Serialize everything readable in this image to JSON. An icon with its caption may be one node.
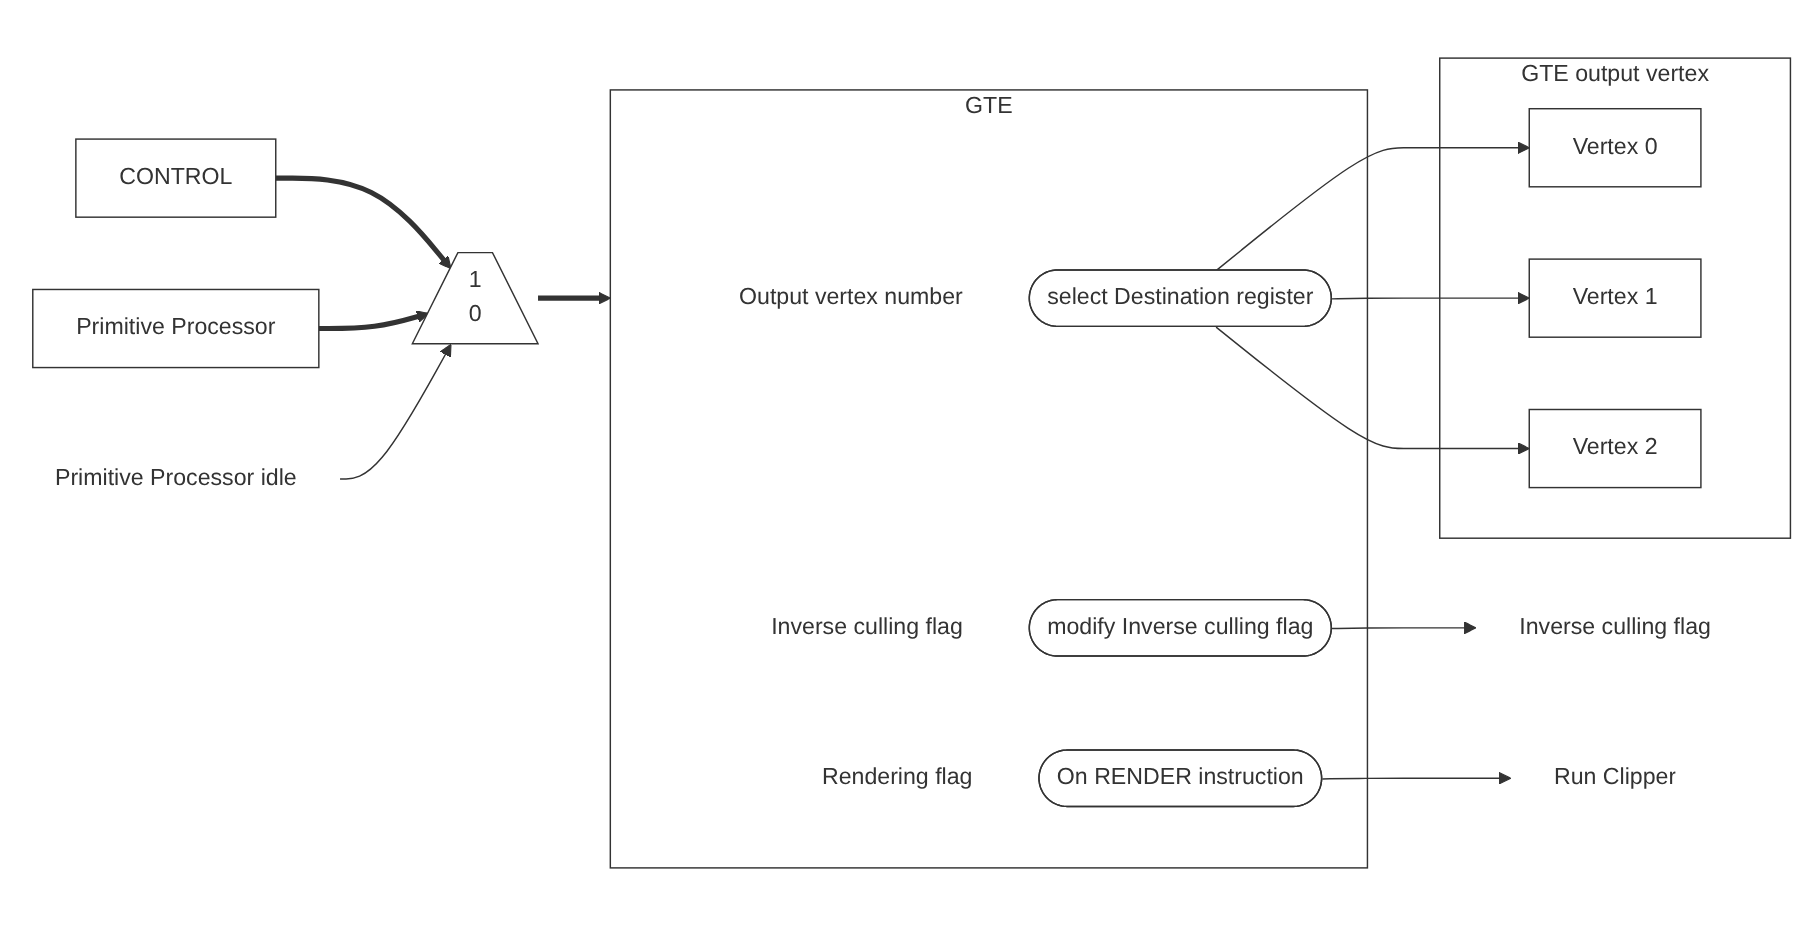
{
  "diagram": {
    "nodes": [
      {
        "text": [
          "CONTROL"
        ]
      },
      {
        "text": [
          "Primitive Processor"
        ]
      },
      {
        "text": [
          "1",
          "0"
        ]
      },
      {
        "text": [
          "Primitive Processor idle"
        ]
      },
      {
        "text": [
          "GTE"
        ]
      },
      {
        "text": [
          "select Destination register"
        ],
        "in": 4,
        "beside": [
          "Output vertex number"
        ]
      },
      {
        "text": [
          "modify Inverse culling flag"
        ],
        "in": 4,
        "beside": [
          "Inverse culling flag"
        ]
      },
      {
        "text": [
          "On RENDER instruction"
        ],
        "in": 4,
        "beside": [
          "Rendering flag"
        ]
      },
      {
        "text": [
          "GTE output vertex"
        ]
      },
      {
        "text": [
          "Vertex 0"
        ],
        "in": 8
      },
      {
        "text": [
          "Vertex 1"
        ],
        "in": 8
      },
      {
        "text": [
          "Vertex 2"
        ],
        "in": 8
      },
      {
        "text": [
          "Inverse culling flag"
        ]
      },
      {
        "text": [
          "Run Clipper"
        ]
      }
    ],
    "edges": [
      {
        "from": 0,
        "to": 2,
        "arrow": "to",
        "style": "thick"
      },
      {
        "from": 1,
        "to": 2,
        "arrow": "to",
        "style": "thick"
      },
      {
        "from": 2,
        "to": 4,
        "arrow": "to",
        "style": "thick"
      },
      {
        "from": 3,
        "to": 2,
        "arrow": "to"
      },
      {
        "from": 5,
        "to": 9,
        "arrow": "to"
      },
      {
        "from": 5,
        "to": 10,
        "arrow": "to"
      },
      {
        "from": 5,
        "to": 11,
        "arrow": "to"
      },
      {
        "from": 6,
        "to": 12,
        "arrow": "to"
      },
      {
        "from": 7,
        "to": 13,
        "arrow": "to"
      }
    ]
  }
}
